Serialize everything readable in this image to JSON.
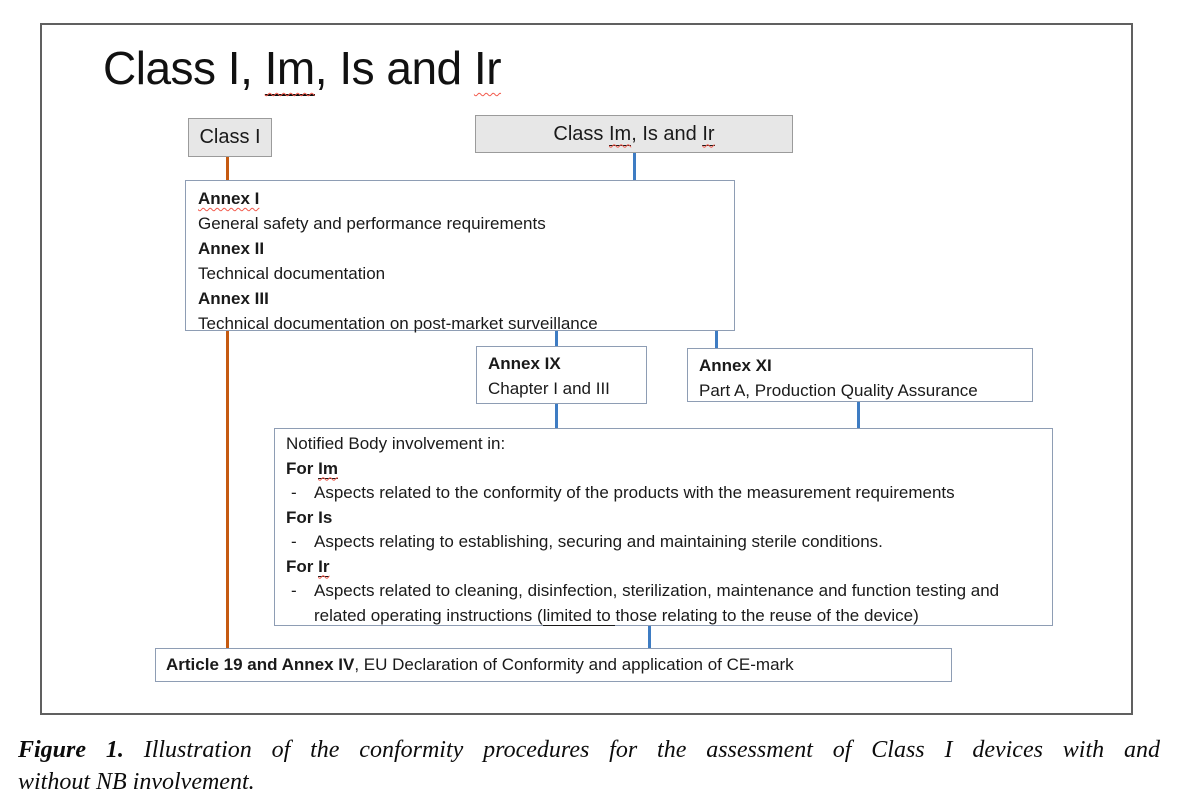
{
  "title": {
    "pre": "Class I, ",
    "im": "Im",
    "mid": ", Is and ",
    "ir": "Ir"
  },
  "class1_box": {
    "label": "Class I"
  },
  "classim_box": {
    "pre": "Class ",
    "im": "Im",
    "mid": ", Is and ",
    "ir": "Ir"
  },
  "annex_box": {
    "line1": "Annex I",
    "line2": "General safety and performance requirements",
    "line3": "Annex II",
    "line4": "Technical documentation",
    "line5": "Annex III",
    "line6": "Technical documentation on post-market surveillance"
  },
  "annex9_box": {
    "title": "Annex IX",
    "subtitle": "Chapter I and III"
  },
  "annex11_box": {
    "title": "Annex XI",
    "subtitle": "Part A, Production Quality Assurance"
  },
  "nb_box": {
    "intro": "Notified Body involvement in:",
    "for_im_pre": "For ",
    "for_im_word": "Im",
    "im_bullet": "Aspects related to the conformity of the products with the measurement requirements",
    "for_is": "For Is",
    "is_bullet": "Aspects relating to establishing, securing and maintaining sterile conditions.",
    "for_ir_pre": "For ",
    "for_ir_word": "Ir",
    "ir_bullet_pre": "Aspects related to cleaning, disinfection, sterilization, maintenance and function testing and related operating instructions (",
    "ir_bullet_u": "limited to ",
    "ir_bullet_post": "those relating to the reuse of the device)",
    "dash": "-"
  },
  "article_box": {
    "bold": "Article 19 and Annex IV",
    "rest": ", EU Declaration of Conformity and application of CE-mark"
  },
  "caption": {
    "fig_label": "Figure 1.",
    "line1_rest": " Illustration of the conformity procedures for the assessment of Class I devices with and",
    "line2": "without NB involvement."
  },
  "colors": {
    "orange_line": "#C55A11",
    "blue_line": "#3E7CC3",
    "gray_box_fill": "#E7E7E7",
    "gray_box_border": "#9B9B9B",
    "white_box_border": "#8E9DB4",
    "frame_border": "#606060",
    "wavy_red": "#F2594B",
    "text": "#1A1A1A"
  }
}
